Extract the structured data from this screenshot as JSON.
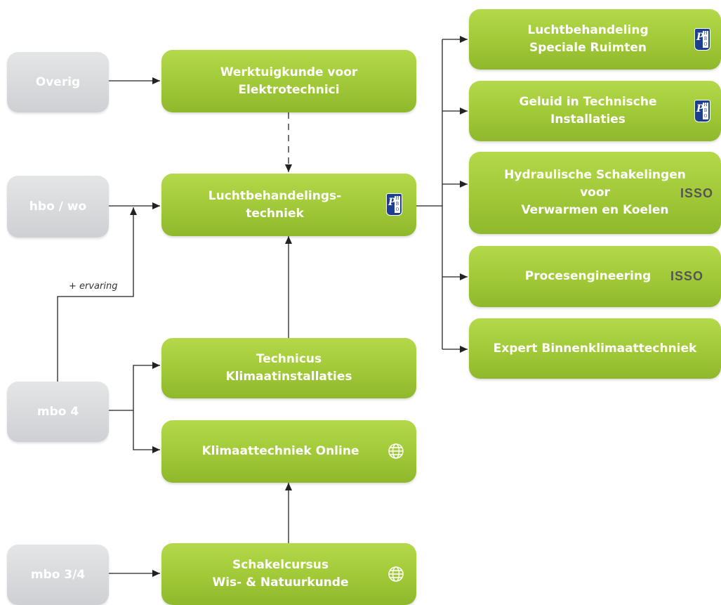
{
  "sources": {
    "overig": "Overig",
    "hbo_wo": "hbo / wo",
    "mbo4": "mbo 4",
    "mbo34": "mbo 3/4"
  },
  "courses": {
    "werktuigkunde": "Werktuigkunde voor\nElektrotechnici",
    "luchtbehandelingstechniek": "Luchtbehandelings-\ntechniek",
    "technicus": "Technicus\nKlimaatinstallaties",
    "klimaattechniek_online": "Klimaattechniek Online",
    "schakelcursus": "Schakelcursus\nWis- & Natuurkunde"
  },
  "specializations": {
    "speciale_ruimten": "Luchtbehandeling\nSpeciale Ruimten",
    "geluid": "Geluid in Technische\nInstallaties",
    "hydraulische": "Hydraulische Schakelingen\nvoor\nVerwarmen en Koelen",
    "procesengineering": "Procesengineering",
    "expert": "Expert Binnenklimaattechniek"
  },
  "edge_labels": {
    "ervaring": "+ ervaring"
  },
  "logos": {
    "phbo_p": "P",
    "phbo_letters": "H\nB\nO",
    "isso": "ISSO"
  },
  "colors": {
    "course_green": "#a0c837",
    "source_grey": "#d6d7d9",
    "connector": "#222222"
  },
  "icons": [
    "phbo-logo-icon",
    "isso-logo-icon",
    "globe-icon"
  ]
}
